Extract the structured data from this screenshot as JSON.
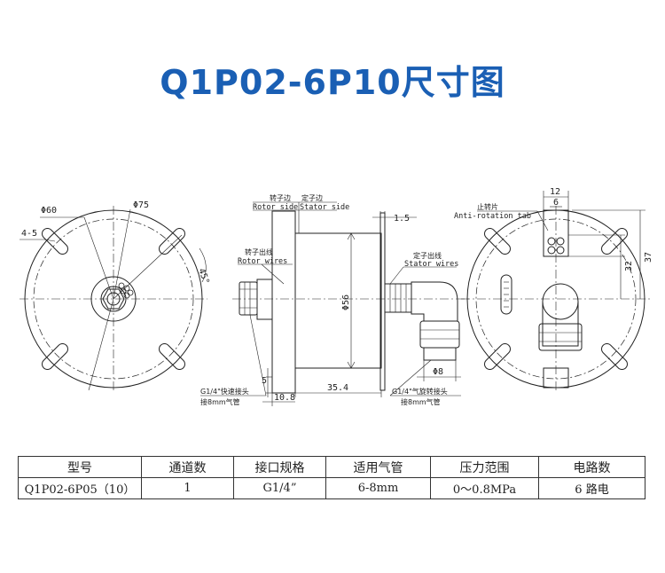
{
  "title": "Q1P02-6P10尺寸图",
  "labels": {
    "dia60": "Φ60",
    "dia75": "Φ75",
    "slot": "4-5",
    "angle": "45°",
    "rotor_side_cn": "转子边",
    "stator_side_cn": "定子边",
    "rotor_side_en": "Rotor side",
    "stator_side_en": "Stator side",
    "rotor_wires_cn": "转子出线",
    "rotor_wires_en": "Rotor wires",
    "stator_wires_cn": "定子出线",
    "stator_wires_en": "Stator wires",
    "dim_1_5": "1.5",
    "dia56": "Φ56",
    "dim_5": "5",
    "dim_35_4": "35.4",
    "dim_10_8": "10.8",
    "dia8": "Φ8",
    "left_fitting": "G1/4\"快速接头",
    "left_tube": "接8mm气管",
    "right_fitting": "G1/4\"气旋转接头",
    "right_tube": "接8mm气管",
    "anti_rot_cn": "止转片",
    "anti_rot_en": "Anti-rotation tab",
    "dim_12": "12",
    "dim_6": "6",
    "dim_32": "32",
    "dim_37": "37"
  },
  "table": {
    "headers": [
      "型号",
      "通道数",
      "接口规格",
      "适用气管",
      "压力范围",
      "电路数"
    ],
    "row": [
      "Q1P02-6P05（10）",
      "1",
      "G1/4”",
      "6-8mm",
      "0～0.8MPa",
      "6 路电"
    ]
  }
}
